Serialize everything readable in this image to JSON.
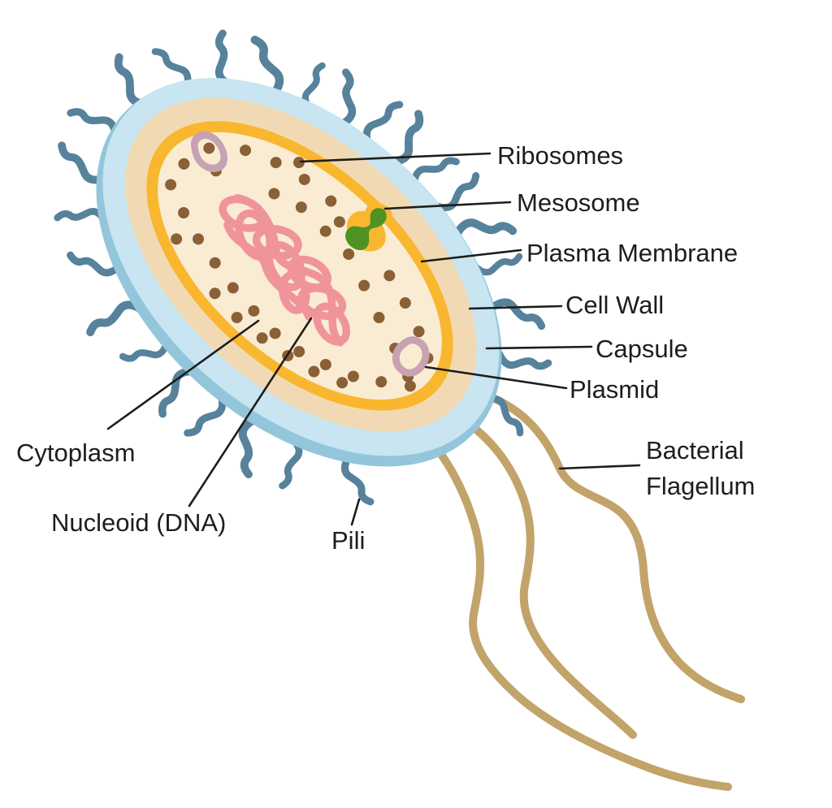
{
  "labels": {
    "ribosomes": "Ribosomes",
    "mesosome": "Mesosome",
    "plasma_membrane": "Plasma Membrane",
    "cell_wall": "Cell Wall",
    "capsule": "Capsule",
    "plasmid": "Plasmid",
    "bacterial_flagellum_line1": "Bacterial",
    "bacterial_flagellum_line2": "Flagellum",
    "cytoplasm": "Cytoplasm",
    "nucleoid": "Nucleoid (DNA)",
    "pili": "Pili"
  },
  "palette": {
    "background": "#ffffff",
    "capsule_shadow": "#93c6db",
    "capsule": "#c8e5f1",
    "cell_wall": "#f1dab3",
    "plasma_membrane": "#f9b72f",
    "cytoplasm": "#f9ecd2",
    "ribosome_dot": "#8a6037",
    "nucleoid": "#f0949b",
    "plasmid_ring": "#c6a2b2",
    "mesosome": "#4f9325",
    "pili": "#57829c",
    "flagellum": "#c2a369",
    "label_text": "#1d1d1b",
    "label_line": "#1d1d1b"
  }
}
